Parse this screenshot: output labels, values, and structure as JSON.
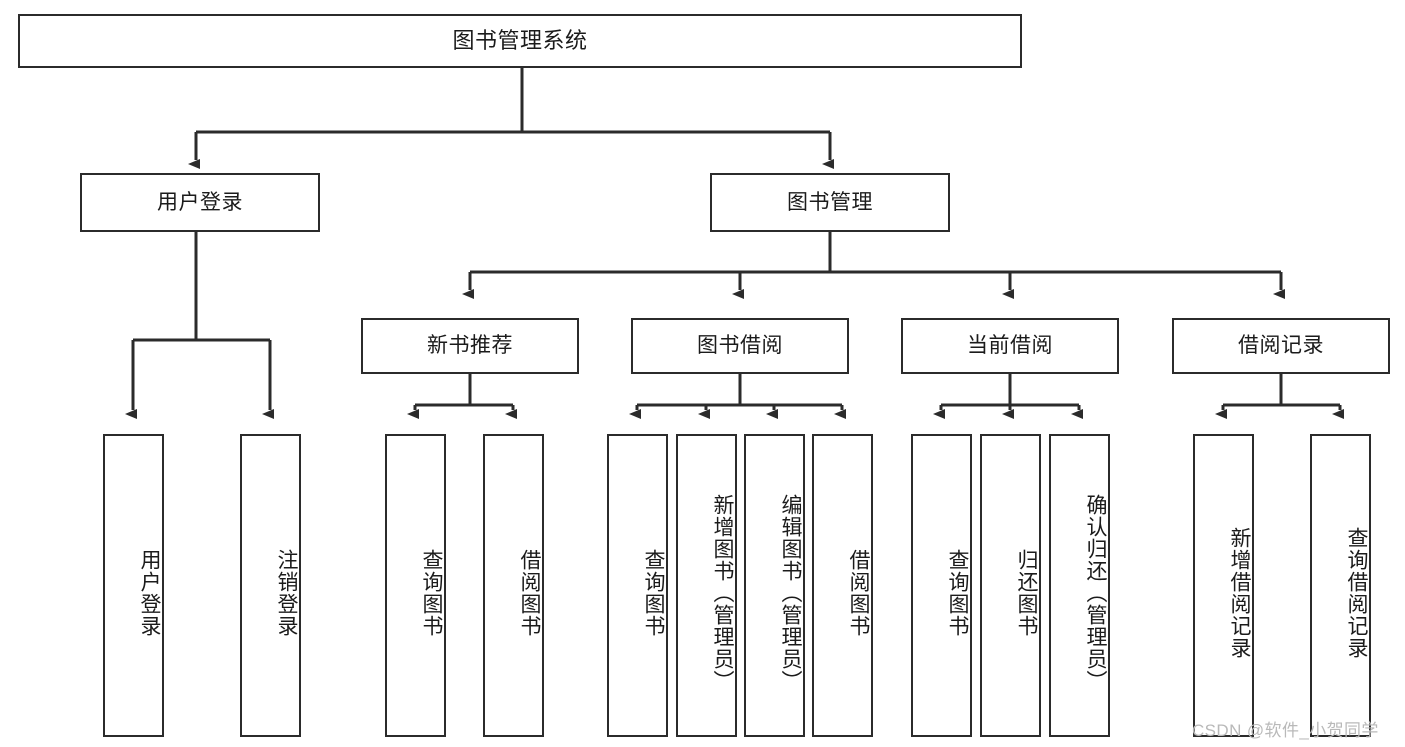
{
  "diagram": {
    "title": "图书管理系统",
    "type": "tree-hierarchy",
    "colors": {
      "box_border": "#2b2b2b",
      "box_fill": "#ffffff",
      "connector": "#2b2b2b",
      "watermark": "#b9b9b9",
      "text": "#1b1b1b"
    },
    "root": {
      "label": "图书管理系统"
    },
    "level2": [
      {
        "label": "用户登录"
      },
      {
        "label": "图书管理"
      }
    ],
    "level3": [
      {
        "label": "新书推荐"
      },
      {
        "label": "图书借阅"
      },
      {
        "label": "当前借阅"
      },
      {
        "label": "借阅记录"
      }
    ],
    "leaves": {
      "user_login": [
        {
          "label": "用户登录"
        },
        {
          "label": "注销登录"
        }
      ],
      "new_book_recommend": [
        {
          "label": "查询图书"
        },
        {
          "label": "借阅图书"
        }
      ],
      "book_borrow": [
        {
          "label": "查询图书"
        },
        {
          "label": "新增图书（管理员）"
        },
        {
          "label": "编辑图书（管理员）"
        },
        {
          "label": "借阅图书"
        }
      ],
      "current_borrow": [
        {
          "label": "查询图书"
        },
        {
          "label": "归还图书"
        },
        {
          "label": "确认归还（管理员）"
        }
      ],
      "borrow_record": [
        {
          "label": "新增借阅记录"
        },
        {
          "label": "查询借阅记录"
        }
      ]
    },
    "watermark": "CSDN @软件_小贺同学"
  }
}
